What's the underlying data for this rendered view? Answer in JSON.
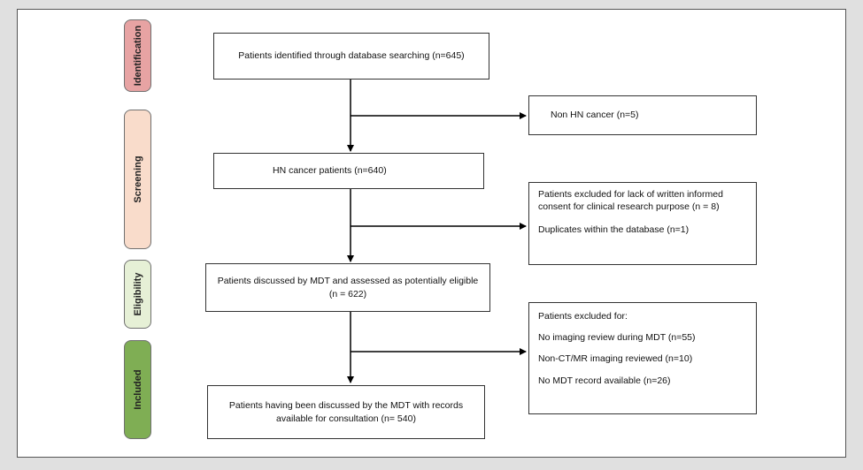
{
  "stages": {
    "identification": "Identification",
    "screening": "Screening",
    "eligibility": "Eligibility",
    "included": "Included"
  },
  "colors": {
    "identification": "#e7a3a3",
    "screening": "#f9dccb",
    "eligibility": "#e6f0d6",
    "included": "#7fae54"
  },
  "boxes": {
    "identified": "Patients identified through database searching (n=645)",
    "non_hn": "Non HN cancer (n=5)",
    "hn_patients": "HN cancer patients (n=640)",
    "excluded1": {
      "line1": "Patients excluded for lack of written informed consent for clinical research purpose (n = 8)",
      "line2": "Duplicates within the database (n=1)"
    },
    "mdt_assessed": "Patients discussed by MDT and assessed as potentially eligible (n = 622)",
    "excluded2": {
      "title": "Patients excluded for:",
      "item1": "No imaging review during MDT (n=55)",
      "item2": "Non-CT/MR imaging reviewed (n=10)",
      "item3": "No MDT record available (n=26)"
    },
    "final": "Patients having been discussed by the MDT with records available for consultation (n= 540)"
  }
}
